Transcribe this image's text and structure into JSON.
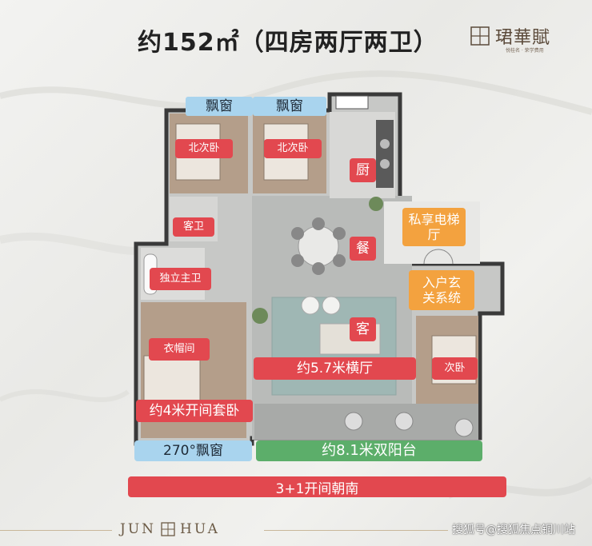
{
  "title": "约152㎡（四房两厅两卫）",
  "brand": {
    "name": "珺華賦",
    "subtitle": "悦桂名 · 荣学费用"
  },
  "rooms": {
    "bay_window_1": "飘窗",
    "bay_window_2": "飘窗",
    "north_bedroom_1": "北次卧",
    "north_bedroom_2": "北次卧",
    "kitchen": "厨",
    "guest_bath": "客卫",
    "private_elevator_hall": "私享电梯厅",
    "dining": "餐",
    "master_bath": "独立主卫",
    "entrance_system": "入户玄关系统",
    "living": "客",
    "walk_in_closet": "衣帽间",
    "living_hall": "约5.7米横厅",
    "second_bedroom": "次卧",
    "master_suite": "约4米开间套卧",
    "bay_window_270": "270°飘窗",
    "balcony": "约8.1米双阳台",
    "south_facing": "3+1开间朝南"
  },
  "footer": {
    "logo_text_left": "JUN",
    "logo_text_right": "HUA",
    "watermark": "搜狐号@搜狐焦点铜川站"
  },
  "colors": {
    "red": "#e2484f",
    "blue": "#a9d4ee",
    "orange": "#f3a23f",
    "green": "#5cae6a"
  }
}
